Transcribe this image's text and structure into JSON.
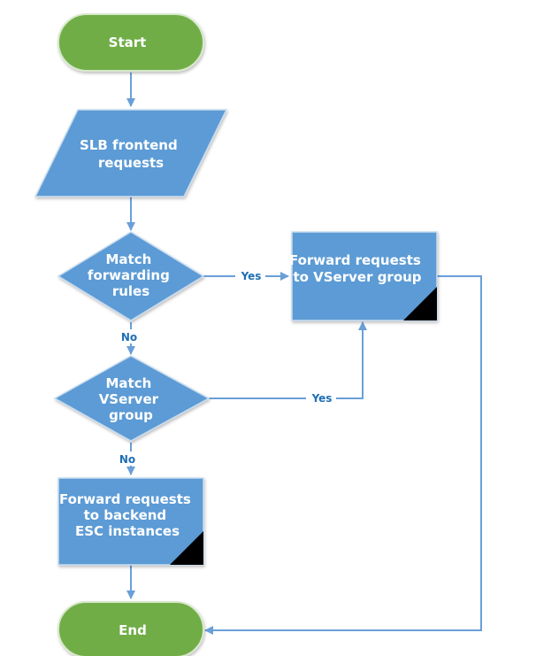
{
  "nodes": {
    "start": {
      "label": "Start"
    },
    "slb_requests": {
      "lines": [
        "SLB frontend",
        "requests"
      ]
    },
    "match_rules": {
      "lines": [
        "Match",
        "forwarding",
        "rules"
      ]
    },
    "forward_vserver": {
      "lines": [
        "Forward requests",
        "to VServer group"
      ]
    },
    "match_vserver": {
      "lines": [
        "Match",
        "VServer",
        "group"
      ]
    },
    "forward_backend": {
      "lines": [
        "Forward requests",
        "to backend",
        "ESC instances"
      ]
    },
    "end": {
      "label": "End"
    }
  },
  "edges": {
    "rules_yes": "Yes",
    "rules_no": "No",
    "vserver_yes": "Yes",
    "vserver_no": "No"
  },
  "colors": {
    "terminal_fill": "#70ad47",
    "process_fill": "#5b9bd5",
    "connector": "#6a9fd8",
    "label_text": "#1f6fb5"
  }
}
